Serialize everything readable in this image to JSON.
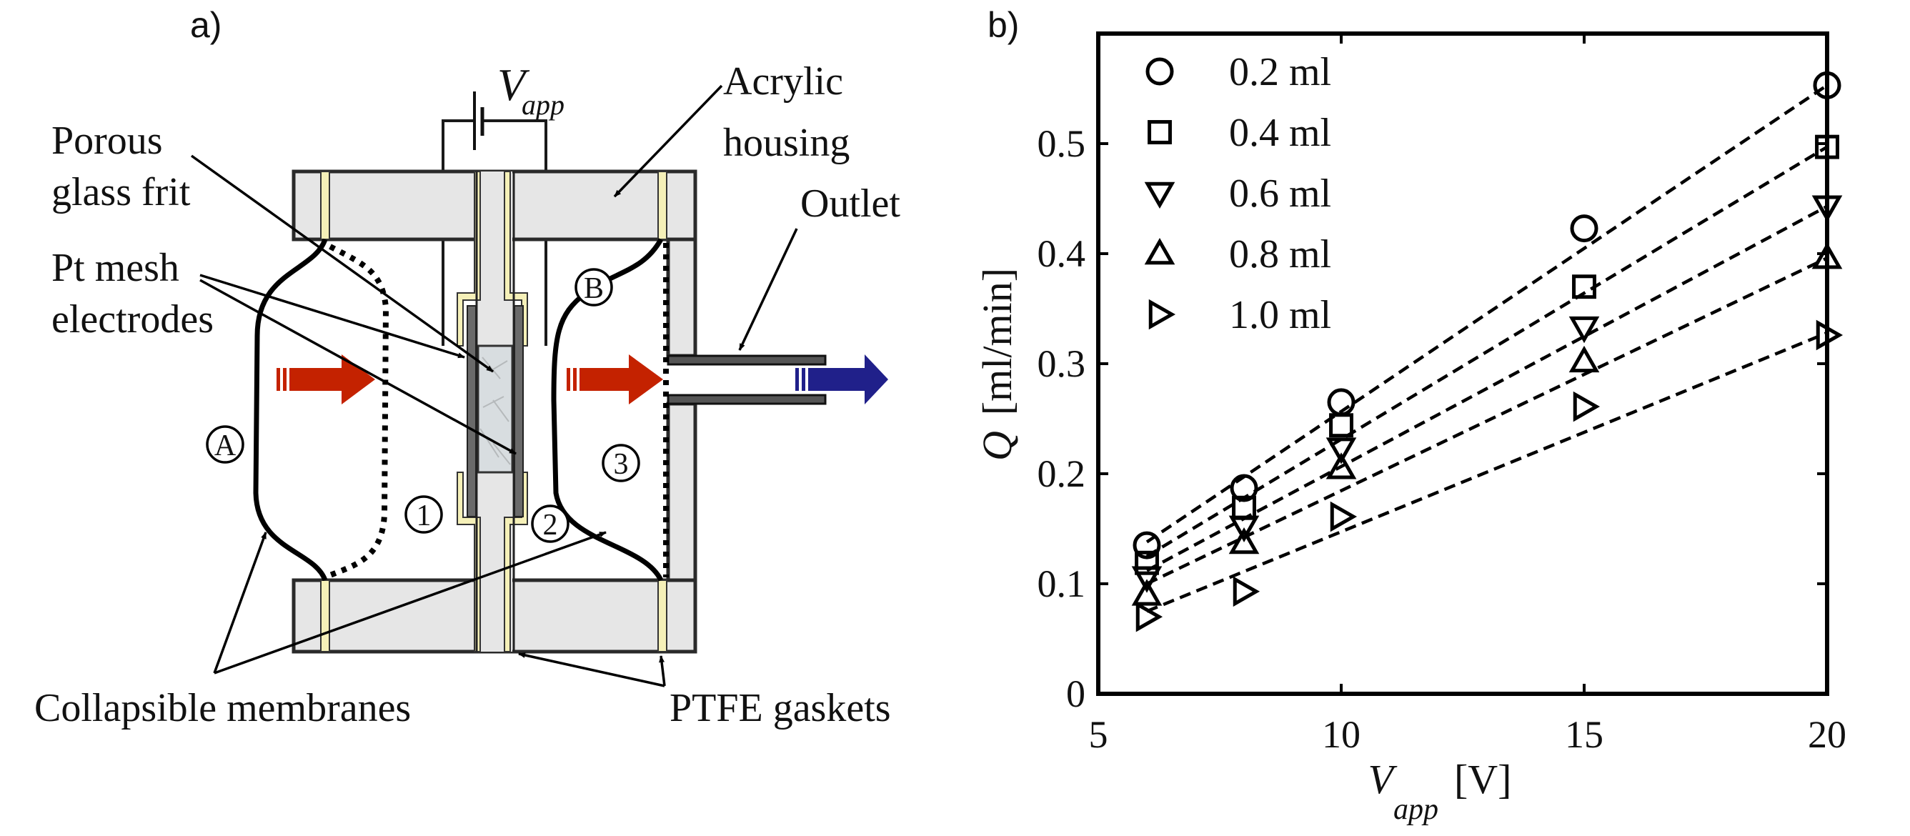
{
  "figure": {
    "panel_a": {
      "label": "a)",
      "voltage_label": {
        "main": "V",
        "sub": "app"
      },
      "labels": {
        "porous_line1": "Porous",
        "porous_line2": "glass frit",
        "pt_line1": "Pt mesh",
        "pt_line2": "electrodes",
        "acrylic_line1": "Acrylic",
        "acrylic_line2": "housing",
        "outlet": "Outlet",
        "membranes": "Collapsible membranes",
        "gaskets": "PTFE gaskets"
      },
      "chamber_markers": {
        "A": "A",
        "B": "B",
        "one": "1",
        "two": "2",
        "three": "3"
      },
      "colors": {
        "inflow_arrow": "#c42200",
        "outflow_arrow": "#20208a",
        "housing": "#e6e6e6",
        "gasket": "#f5f0b8",
        "electrode": "#6a6a6a",
        "frit": "#d8dde0"
      }
    },
    "panel_b": {
      "label": "b)"
    }
  },
  "chart_data": {
    "type": "scatter",
    "title": "",
    "xlabel": {
      "main": "V",
      "sub": "app",
      "unit": "[V]"
    },
    "ylabel": {
      "main": "Q",
      "unit": "[ml/min]"
    },
    "xlim": [
      5,
      20
    ],
    "ylim": [
      0,
      0.6
    ],
    "xticks": [
      5,
      10,
      15,
      20
    ],
    "yticks": [
      0,
      0.1,
      0.2,
      0.3,
      0.4,
      0.5
    ],
    "xtick_labels": [
      "5",
      "10",
      "15",
      "20"
    ],
    "ytick_labels": [
      "0",
      "0.1",
      "0.2",
      "0.3",
      "0.4",
      "0.5"
    ],
    "grid": false,
    "legend_position": "top-left",
    "series": [
      {
        "name": "0.2 ml",
        "marker": "circle",
        "x": [
          6,
          8,
          10,
          15,
          20
        ],
        "y": [
          0.135,
          0.187,
          0.265,
          0.423,
          0.553
        ],
        "fit": {
          "x": [
            6,
            20
          ],
          "y": [
            0.138,
            0.553
          ]
        }
      },
      {
        "name": "0.4 ml",
        "marker": "square",
        "x": [
          6,
          8,
          10,
          15,
          20
        ],
        "y": [
          0.119,
          0.169,
          0.244,
          0.37,
          0.497
        ],
        "fit": {
          "x": [
            6,
            20
          ],
          "y": [
            0.125,
            0.497
          ]
        }
      },
      {
        "name": "0.6 ml",
        "marker": "triangle-down",
        "x": [
          6,
          8,
          10,
          15,
          20
        ],
        "y": [
          0.106,
          0.152,
          0.223,
          0.333,
          0.443
        ],
        "fit": {
          "x": [
            6,
            20
          ],
          "y": [
            0.112,
            0.443
          ]
        }
      },
      {
        "name": "0.8 ml",
        "marker": "triangle-up",
        "x": [
          6,
          8,
          10,
          15,
          20
        ],
        "y": [
          0.09,
          0.137,
          0.205,
          0.302,
          0.396
        ],
        "fit": {
          "x": [
            6,
            20
          ],
          "y": [
            0.1,
            0.396
          ]
        }
      },
      {
        "name": "1.0 ml",
        "marker": "triangle-right",
        "x": [
          6,
          8,
          10,
          15,
          20
        ],
        "y": [
          0.07,
          0.093,
          0.161,
          0.261,
          0.326
        ],
        "fit": {
          "x": [
            6,
            20
          ],
          "y": [
            0.075,
            0.328
          ]
        }
      }
    ]
  }
}
